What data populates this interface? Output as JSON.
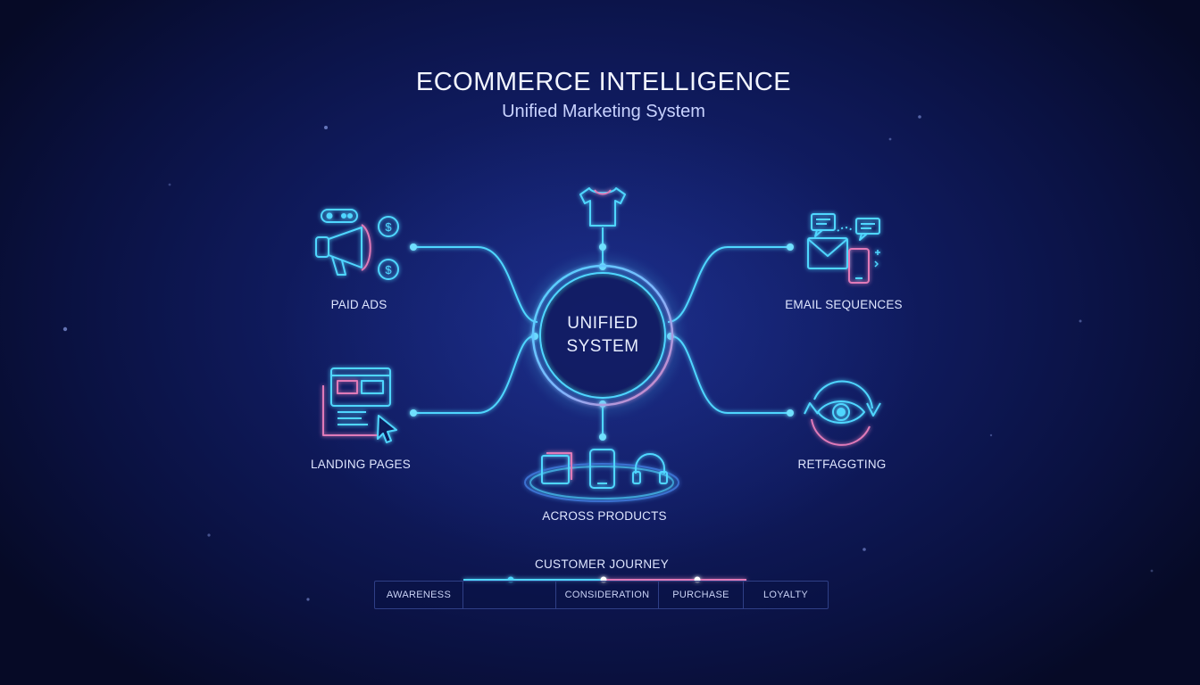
{
  "header": {
    "title": "ECOMMERCE INTELLIGENCE",
    "subtitle": "Unified Marketing System"
  },
  "hub": {
    "line1": "UNIFIED",
    "line2": "SYSTEM"
  },
  "nodes": {
    "paid_ads": {
      "label": "PAID ADS",
      "icon": "megaphone-icon"
    },
    "landing_pages": {
      "label": "LANDING PAGES",
      "icon": "webpage-cursor-icon"
    },
    "email_sequences": {
      "label": "EMAIL SEQUENCES",
      "icon": "email-chat-icon"
    },
    "retargeting": {
      "label": "RETFAGGTING",
      "icon": "eye-cycle-icon"
    },
    "products_top": {
      "icon": "tshirt-icon"
    },
    "across_products": {
      "label": "ACROSS PRODUCTS",
      "icon": "devices-icon"
    }
  },
  "journey": {
    "title": "CUSTOMER JOURNEY",
    "stages": [
      "AWARENESS",
      "",
      "CONSIDERATION",
      "PURCHASE",
      "LOYALTY"
    ]
  },
  "colors": {
    "cyan": "#4fd6ff",
    "pink": "#e07ab8",
    "background": "#0f1a5c"
  }
}
